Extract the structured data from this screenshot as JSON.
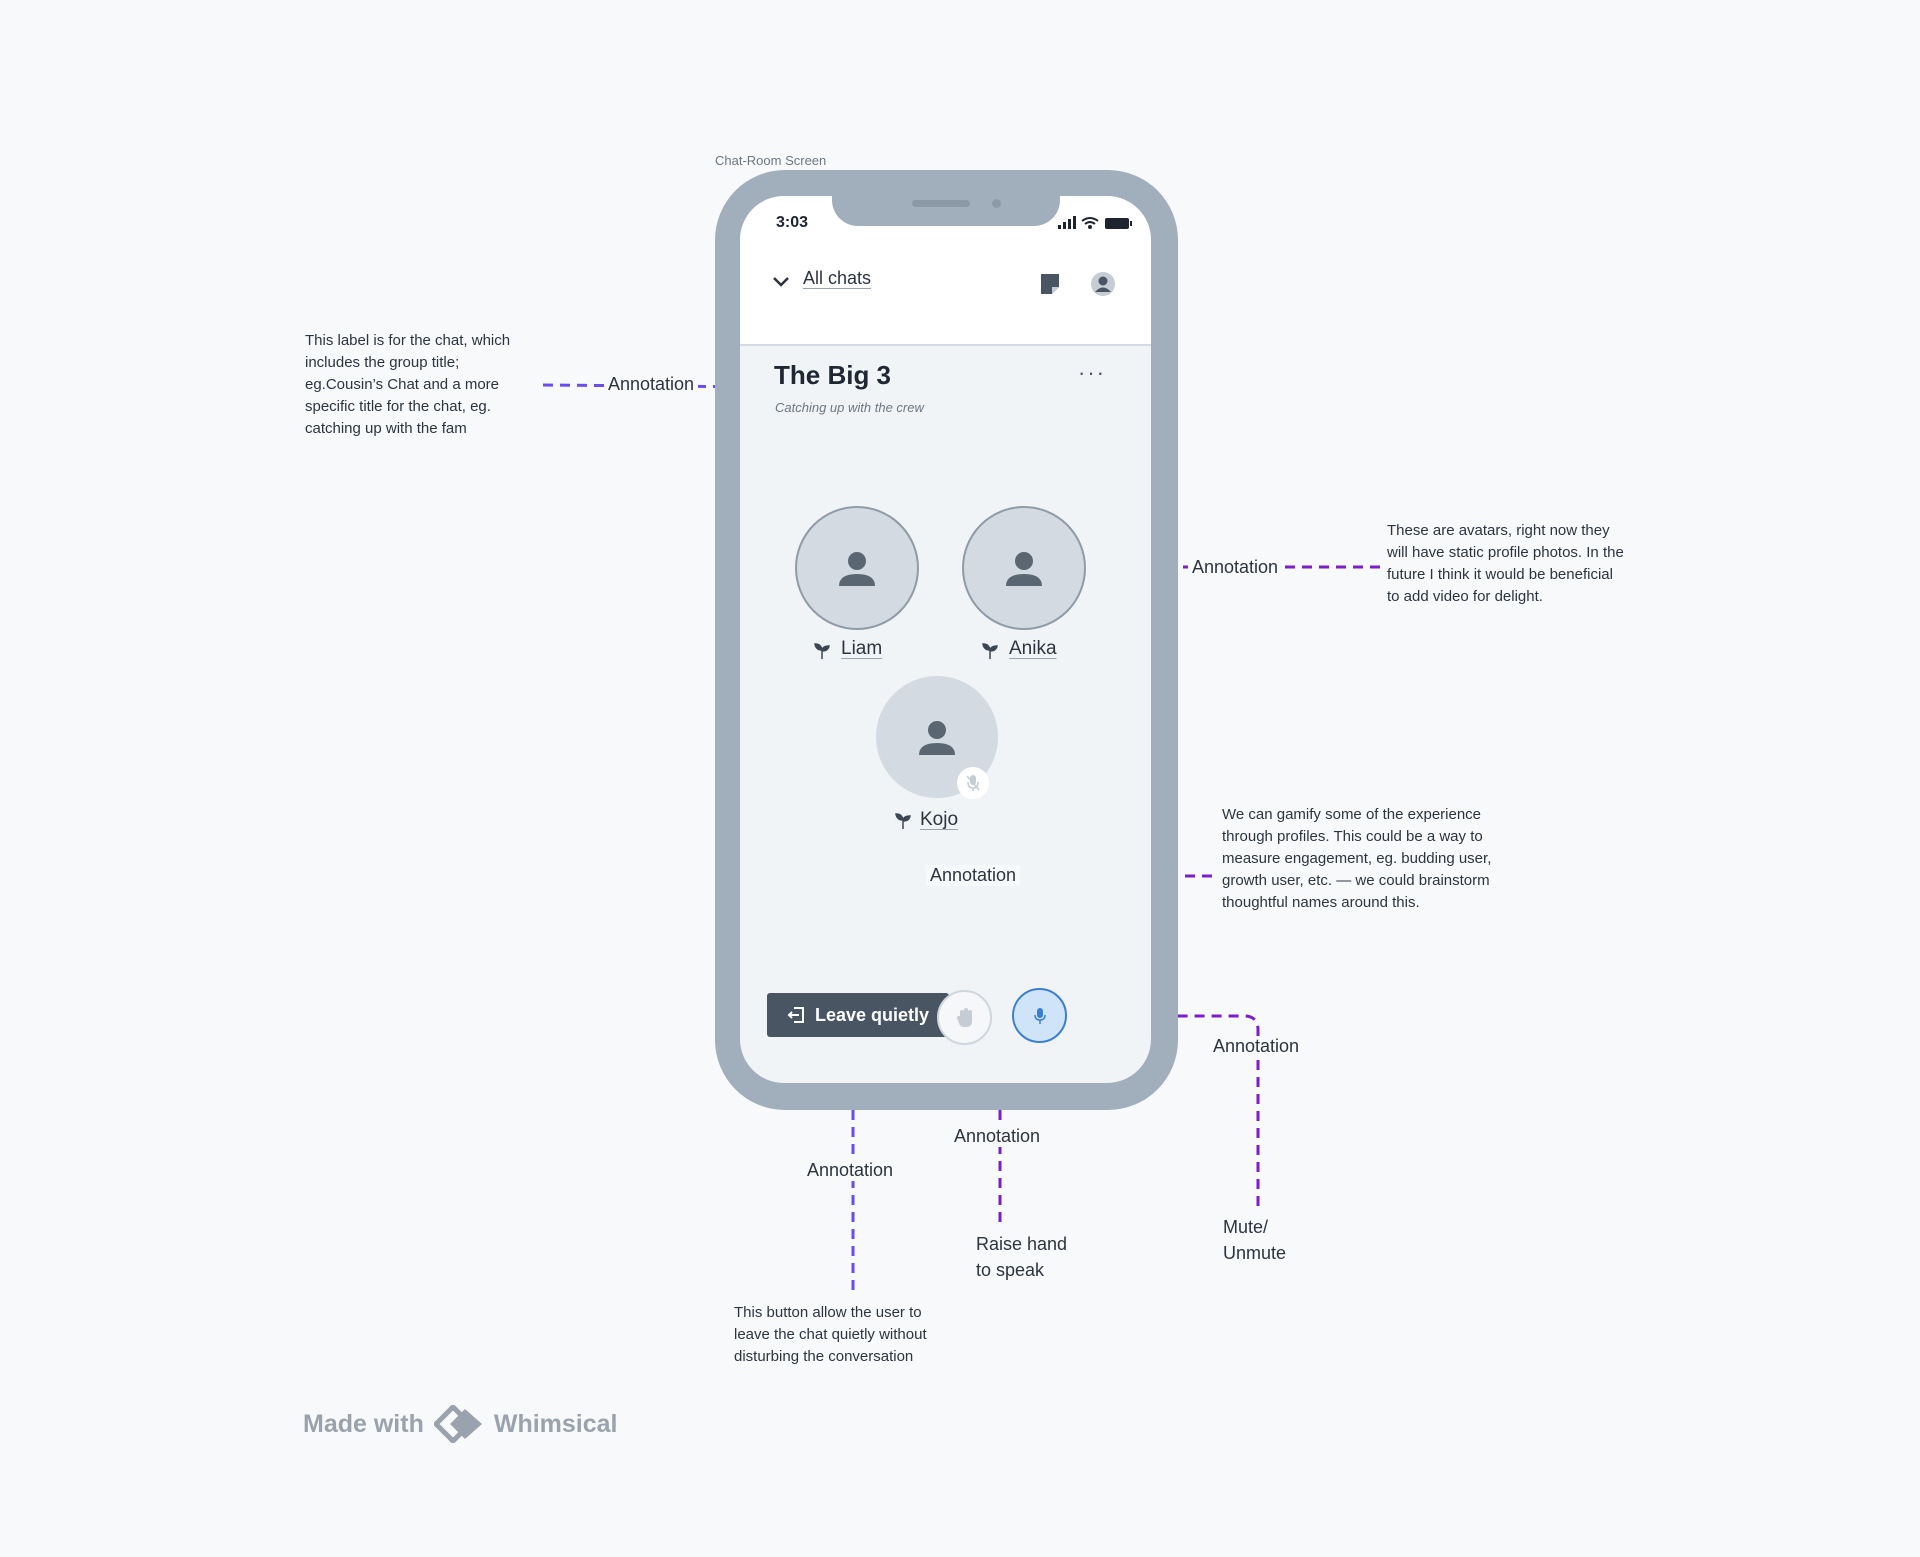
{
  "frame_label": "Chat-Room Screen",
  "status_bar": {
    "time": "3:03"
  },
  "header": {
    "back_label": "All chats"
  },
  "chat": {
    "title": "The Big 3",
    "subtitle": "Catching up with the crew",
    "more_label": "···"
  },
  "participants": [
    {
      "name": "Liam"
    },
    {
      "name": "Anika"
    },
    {
      "name": "Kojo"
    }
  ],
  "controls": {
    "leave_label": "Leave quietly"
  },
  "annotations": {
    "label": "Annotation",
    "chat_label_note": "This label is for the chat, which includes the group title; eg.Cousin’s Chat and a more specific title for the chat, eg. catching up with the fam",
    "avatars_note": "These are avatars, right now they will have static profile photos. In the future I think it would be beneficial to add video for delight.",
    "gamify_note": "We can gamify some of the experience through profiles. This could be a way to measure engagement, eg. budding user, growth user, etc. — we could brainstorm thoughtful names around this.",
    "leave_note": "This button allow the user to leave the chat quietly without disturbing the conversation",
    "raise_hand_line1": "Raise hand",
    "raise_hand_line2": "to speak",
    "mute_line1": "Mute/",
    "mute_line2": "Unmute"
  },
  "footer": {
    "made_with": "Made with",
    "brand": "Whimsical"
  },
  "colors": {
    "phone_frame": "#a1aebb",
    "screen_bg": "#f1f4f7",
    "leave_button": "#4a5563",
    "mic_active": "#3a7fd0",
    "annotation_blue_purple": "#6a4cf0",
    "annotation_purple": "#7a1fc9"
  }
}
